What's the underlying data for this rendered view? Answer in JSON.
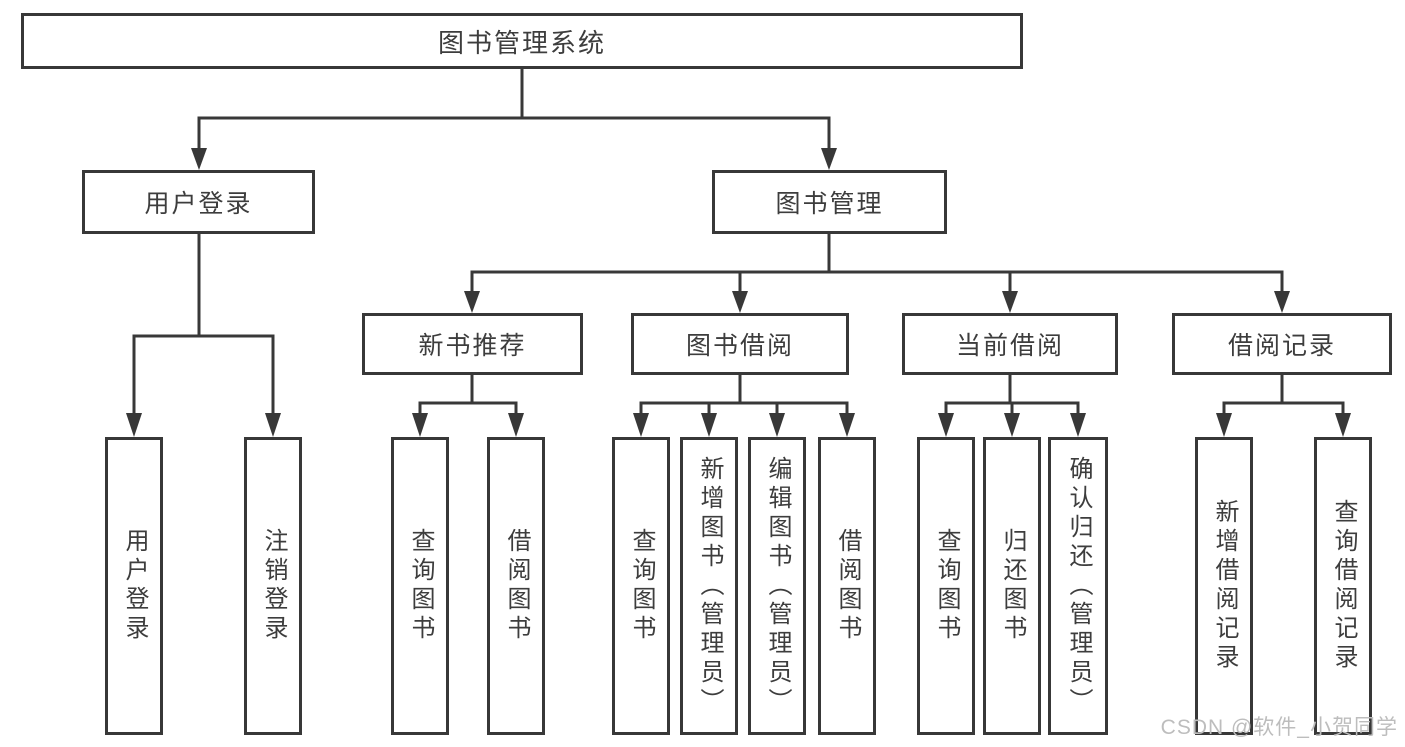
{
  "diagram": {
    "title": "图书管理系统",
    "level1": {
      "user_login": "用户登录",
      "book_management": "图书管理"
    },
    "level2": {
      "new_books": "新书推荐",
      "book_borrow": "图书借阅",
      "current_borrow": "当前借阅",
      "borrow_records": "借阅记录"
    },
    "leaves": {
      "user_login": [
        "用户登录",
        "注销登录"
      ],
      "new_books": [
        "查询图书",
        "借阅图书"
      ],
      "book_borrow": [
        "查询图书",
        "新增图书（管理员）",
        "编辑图书（管理员）",
        "借阅图书"
      ],
      "current_borrow": [
        "查询图书",
        "归还图书",
        "确认归还（管理员）"
      ],
      "borrow_records": [
        "新增借阅记录",
        "查询借阅记录"
      ]
    }
  },
  "watermark": "CSDN @软件_小贺同学",
  "colors": {
    "line": "#383838",
    "text": "#3d3d3d",
    "background": "#ffffff",
    "watermark": "#bdbdbd"
  }
}
